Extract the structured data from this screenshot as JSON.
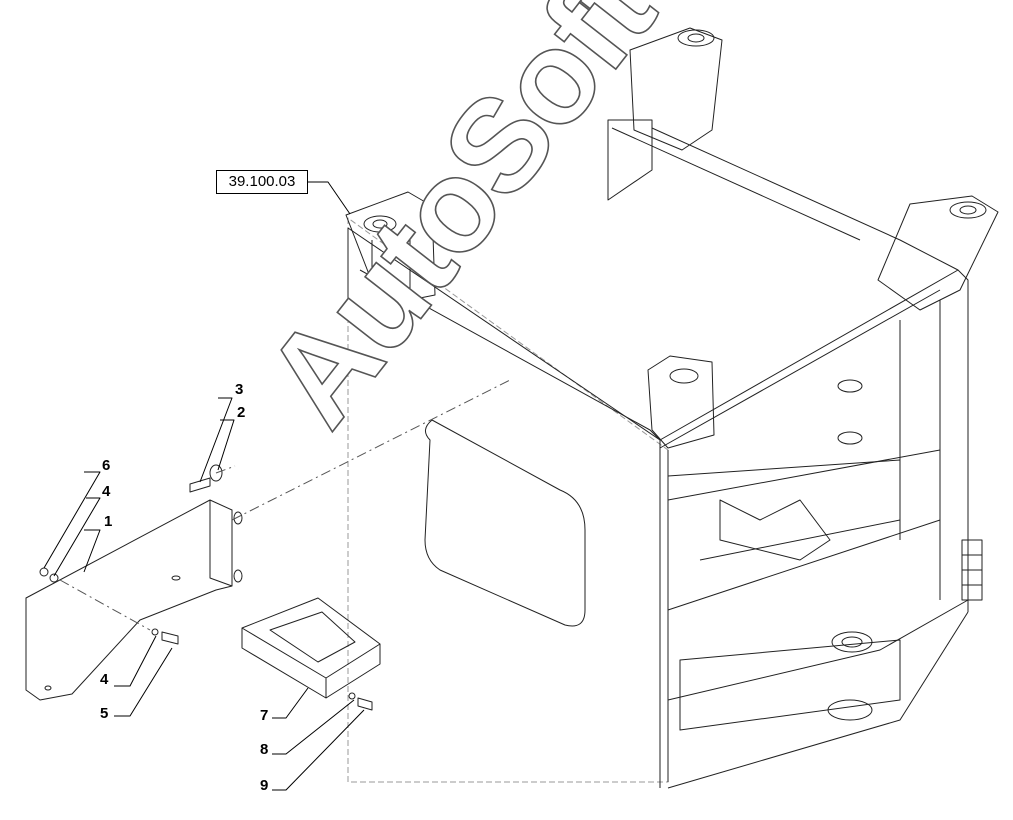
{
  "reference": "39.100.03",
  "callouts": [
    "1",
    "2",
    "3",
    "4",
    "4",
    "5",
    "6",
    "7",
    "8",
    "9"
  ],
  "watermark": "AutoSoft"
}
